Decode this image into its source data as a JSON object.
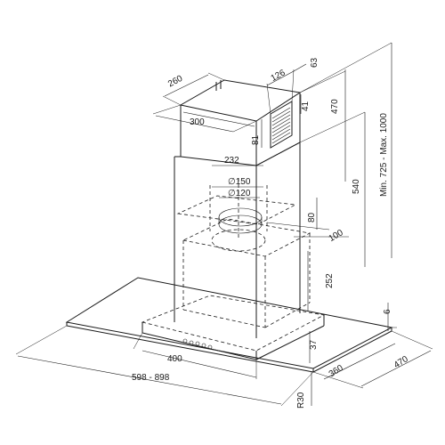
{
  "dimensions": {
    "chimney_depth": "260",
    "chimney_width": "300",
    "bracket_width": "126",
    "bracket_offset": "63",
    "bracket_small": "41",
    "bracket_height": "81",
    "upper_height": "470",
    "total_height": "Min. 725 - Max. 1000",
    "inner_width": "232",
    "outlet_outer": "∅150",
    "outlet_inner": "∅120",
    "motor_height": "540",
    "outlet_offset": "80",
    "outlet_depth": "100",
    "body_height": "252",
    "glass_thickness": "6",
    "front_offset": "37",
    "body_width": "400",
    "hood_width": "598 - 898",
    "glass_depth": "360",
    "hood_depth": "470",
    "corner_radius": "R30"
  }
}
